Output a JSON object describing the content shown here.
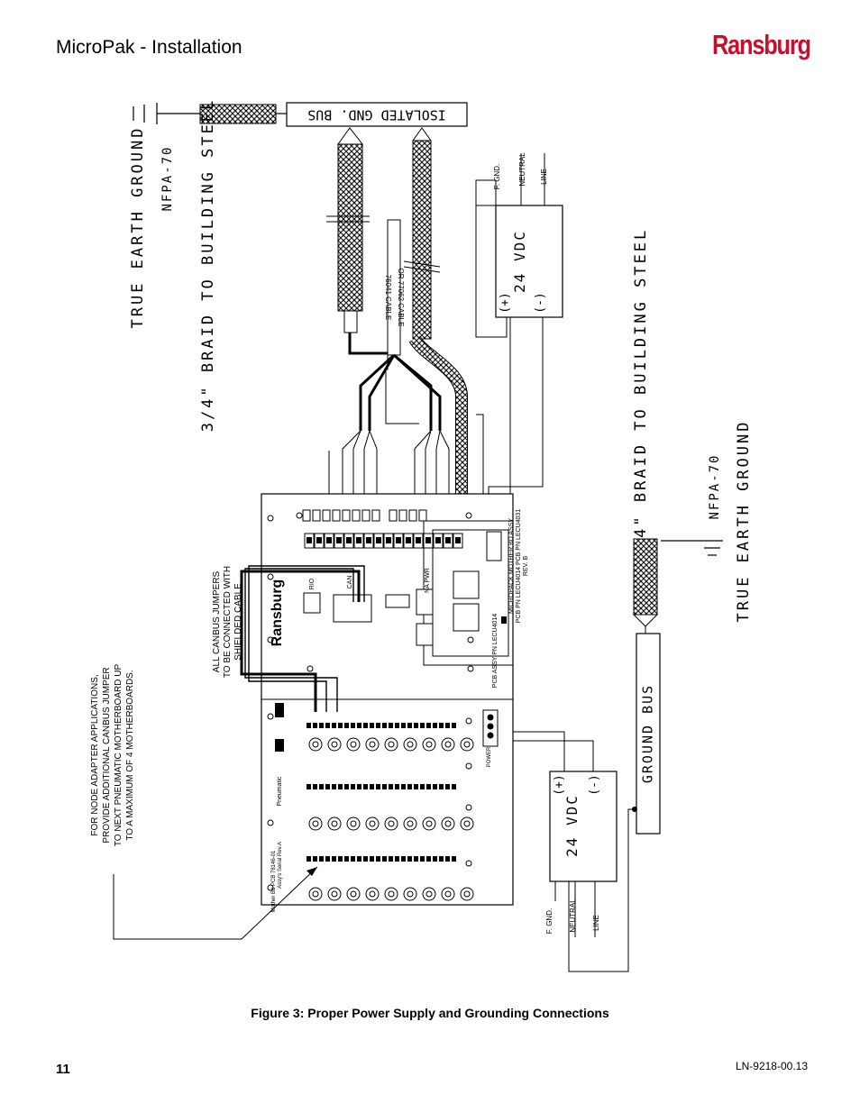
{
  "header": {
    "title": "MicroPak - Installation",
    "brand": "Ransburg"
  },
  "figure": {
    "caption": "Figure 3:  Proper Power Supply and Grounding Connections",
    "labels": {
      "isolated_gnd_bus": "ISOLATED GND. BUS",
      "true_earth_ground_top": "TRUE EARTH GROUND",
      "nfpa_top": "NFPA-70",
      "braid_top": "3/4\" BRAID TO BUILDING STEEL",
      "cable": "76041 CABLE",
      "cable2": "OR 77062 CABLE",
      "psu_top": "24 VDC",
      "psu_top_plus": "(+)",
      "psu_top_minus": "(-)",
      "fgnd_top": "F. GND.",
      "neutral_top": "NEUTRAL",
      "line_top": "LINE",
      "braid_right": "3/4\" BRAID TO BUILDING STEEL",
      "nfpa_right": "NFPA-70",
      "true_earth_ground_right": "TRUE EARTH GROUND",
      "ground_bus": "GROUND BUS",
      "psu_bottom": "24 VDC",
      "psu_bottom_plus": "(+)",
      "psu_bottom_minus": "(-)",
      "fgnd_bottom": "F. GND.",
      "neutral_bottom": "NEUTRAL",
      "line_bottom": "LINE",
      "canbus_note_1": "ALL CANBUS JUMPERS",
      "canbus_note_2": "TO BE CONNECTED WITH",
      "canbus_note_3": "SHIELDED CABLE",
      "node_note_1": "FOR NODE ADAPTER APPLICATIONS,",
      "node_note_2": "PROVIDE ADDITIONAL CANBUS JUMPER",
      "node_note_3": "TO NEXT PNEUMATIC MOTHERBOARD UP",
      "node_note_4": "TO A MAXIMUM OF 4 MOTHERBOARDS.",
      "board_logo": "Ransburg",
      "board_mother_1": "MICROPACK MOTHER BD ASSY",
      "board_mother_2": "PCB PN LECU4014  PCB PN LECU4031",
      "board_mother_3": "REV. B",
      "board_assy": "PCB ASSY PN LECU4014",
      "conn_canbus": "CAN",
      "conn_rio": "RIO",
      "conn_pwr": "NA PWR",
      "board_pneumatic": "Pneumatic",
      "board_serial": "Assy's Serial Rev.A",
      "board_motherbd": "Mother Bd PCB 78146-01",
      "conn_power": "POWER"
    }
  },
  "footer": {
    "page_number": "11",
    "doc_number": "LN-9218-00.13"
  }
}
